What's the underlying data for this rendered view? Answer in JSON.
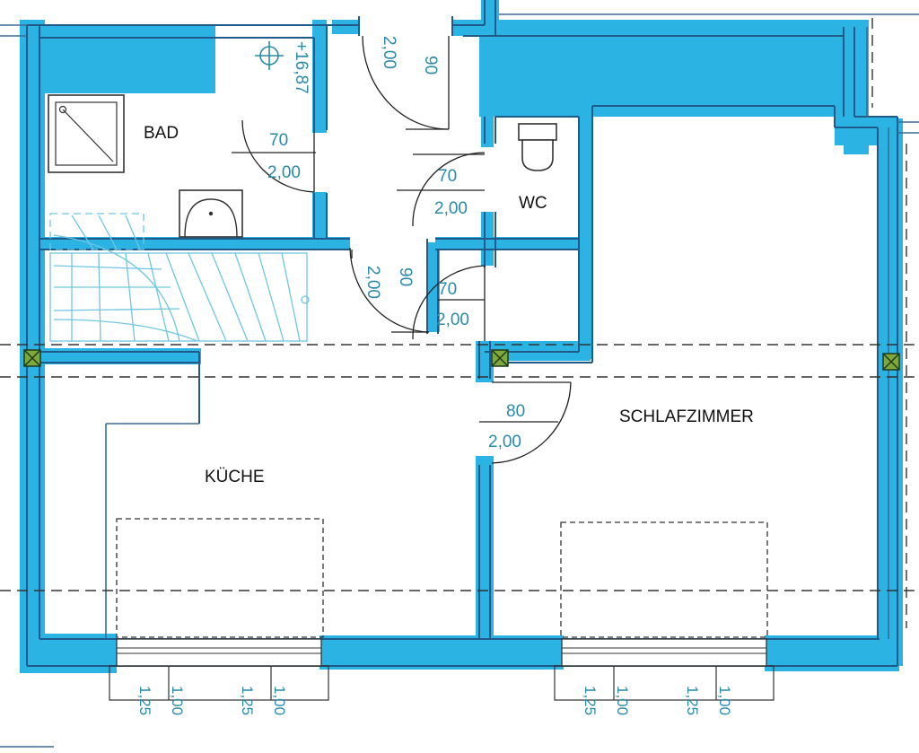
{
  "rooms": {
    "bad": "BAD",
    "wc": "WC",
    "kueche": "KÜCHE",
    "schlafzimmer": "SCHLAFZIMMER"
  },
  "dimensions": {
    "bad_height": "+16,87",
    "entry_door_width": "90",
    "entry_door_height": "2,00",
    "bad_door_width": "70",
    "bad_door_height": "2,00",
    "wc_door_width": "70",
    "wc_door_height": "2,00",
    "stair_door_height": "2,00",
    "stair_door_width": "90",
    "store_door_width": "70",
    "store_door_height": "2,00",
    "bedroom_door_width": "80",
    "bedroom_door_height": "2,00",
    "kueche_window_1": "1,25",
    "kueche_window_2": "1,00",
    "kueche_window_3": "1,25",
    "kueche_window_4": "1,00",
    "schlaf_window_1": "1,25",
    "schlaf_window_2": "1,00",
    "schlaf_window_3": "1,25",
    "schlaf_window_4": "1,00"
  }
}
